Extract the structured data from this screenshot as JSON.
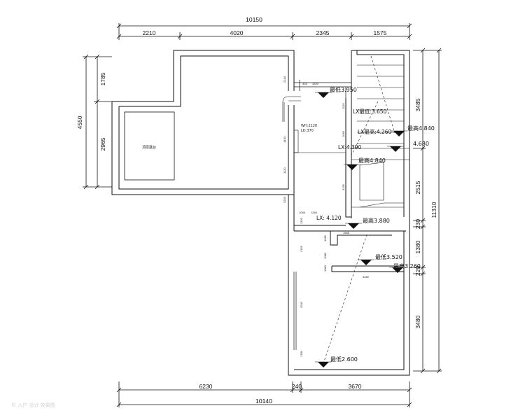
{
  "dimensions": {
    "top_total": "10150",
    "top_segments": [
      "2210",
      "4020",
      "2345",
      "1575"
    ],
    "bottom_segments": [
      "6230",
      "240",
      "3670"
    ],
    "bottom_total": "10140",
    "left_total": "4550",
    "left_segments": [
      "1785",
      "2965"
    ],
    "right_segments": [
      "3485",
      "2515",
      "230",
      "1380",
      "220",
      "3480"
    ],
    "right_total": "11310"
  },
  "labels": {
    "ceiling_low_1": "最低3.950",
    "beam_low": "LX最低:3.650",
    "beam_low_2": "LX最高:4.260",
    "beam": "LX:4.390",
    "ceiling_high_1": "最高4.840",
    "value_4680": "4.680",
    "ceiling_high_2": "最高4.840",
    "beam_mid": "LX: 4.120",
    "ceiling_high_3": "最高3.880",
    "ceiling_low_2": "最低3.520",
    "ceiling_high_4": "最高3.260",
    "ceiling_low_3": "最低2.600",
    "window_note_1": "WH:2120",
    "window_note_2": "LD:370",
    "room_name": "顶层露台"
  },
  "small_dims": {
    "a": "425",
    "b": "1620",
    "c": "2140",
    "d": "1120",
    "e": "1430",
    "f": "1120",
    "g": "1065",
    "h": "1265",
    "i": "3335",
    "j": "1065",
    "k": "1065",
    "l": "1080",
    "m": "3280",
    "n": "1565",
    "o": "1080",
    "p": "2155",
    "q": "3240",
    "r": "1780",
    "s": "1320",
    "t": "3295"
  },
  "watermark": "© 入户 设计 效果图"
}
